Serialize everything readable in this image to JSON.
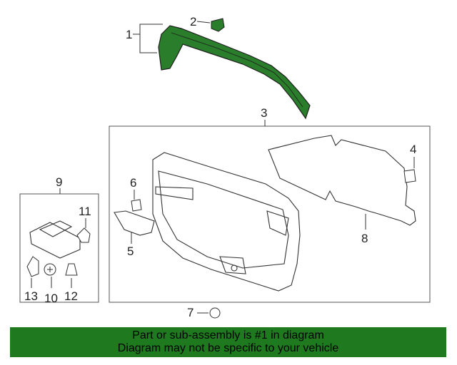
{
  "callouts": {
    "c1": "1",
    "c2": "2",
    "c3": "3",
    "c4": "4",
    "c5": "5",
    "c6": "6",
    "c7": "7",
    "c8": "8",
    "c9": "9",
    "c10": "10",
    "c11": "11",
    "c12": "12",
    "c13": "13"
  },
  "banner": {
    "line1": "Part or sub-assembly is #1 in diagram",
    "line2": "Diagram may not be specific to your vehicle"
  },
  "colors": {
    "highlight": "#2a7d2a",
    "banner": "#1f7a1f",
    "line": "#444444"
  }
}
